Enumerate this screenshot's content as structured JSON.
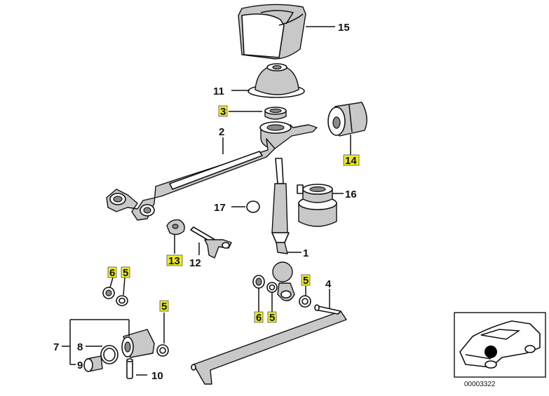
{
  "callouts": {
    "c1": "1",
    "c2": "2",
    "c3": "3",
    "c4": "4",
    "c5a": "5",
    "c5b": "5",
    "c5c": "5",
    "c5d": "5",
    "c6a": "6",
    "c6b": "6",
    "c7": "7",
    "c8": "8",
    "c9": "9",
    "c10": "10",
    "c11": "11",
    "c12": "12",
    "c13": "13",
    "c14": "14",
    "c15": "15",
    "c16": "16",
    "c17": "17"
  },
  "highlighted_callouts": [
    "3",
    "5",
    "6",
    "13",
    "14"
  ],
  "reference_number": "00003322",
  "colors": {
    "highlight": "#ecec1e",
    "line": "#111111",
    "shade": "#c8c8c8"
  }
}
